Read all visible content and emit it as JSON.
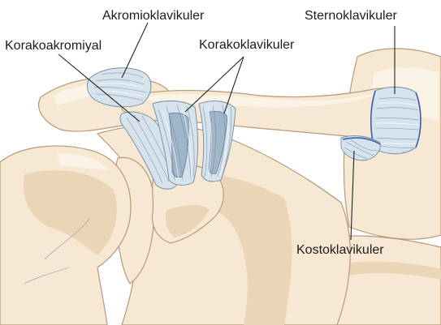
{
  "labels": {
    "acromioclavicular": "Akromioklavikuler",
    "sternoclavicular": "Sternoklavikuler",
    "coracoacromial": "Korakoakromiyal",
    "coracoclavicular": "Korakoklavikuler",
    "costoclavicular": "Kostoklavikuler"
  },
  "colors": {
    "bone": "#f6e8d2",
    "bone_outline": "#b59a7a",
    "ligament": "#d7e3ec",
    "ligament_outline": "#6f8aa3",
    "capsule": "#3d5ea8",
    "label": "#1c1c1c"
  }
}
